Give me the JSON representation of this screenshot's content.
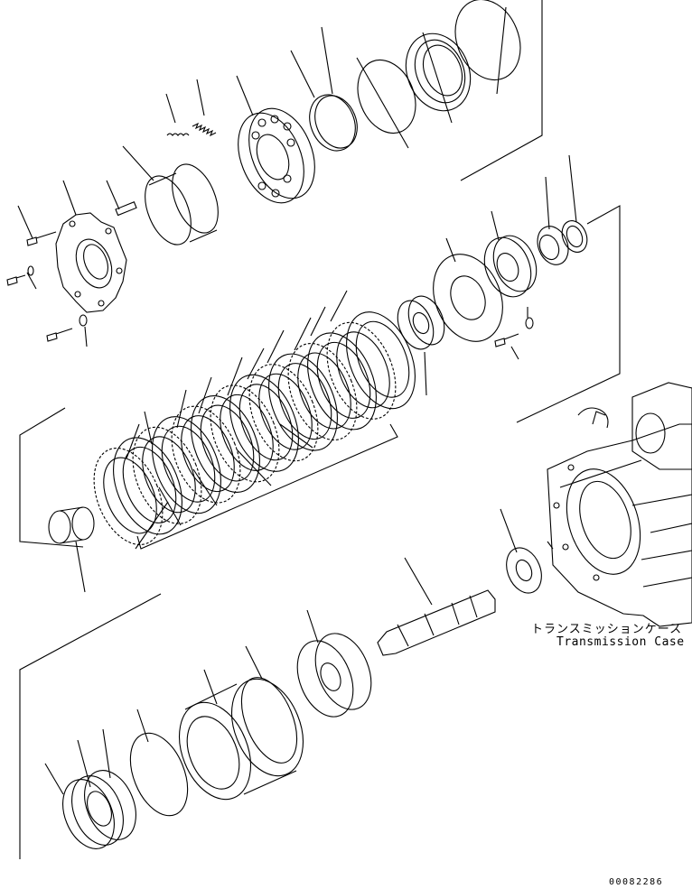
{
  "diagram": {
    "case_label_jp": "トランスミッションケース",
    "case_label_en": "Transmission Case",
    "drawing_code": "00082286"
  }
}
